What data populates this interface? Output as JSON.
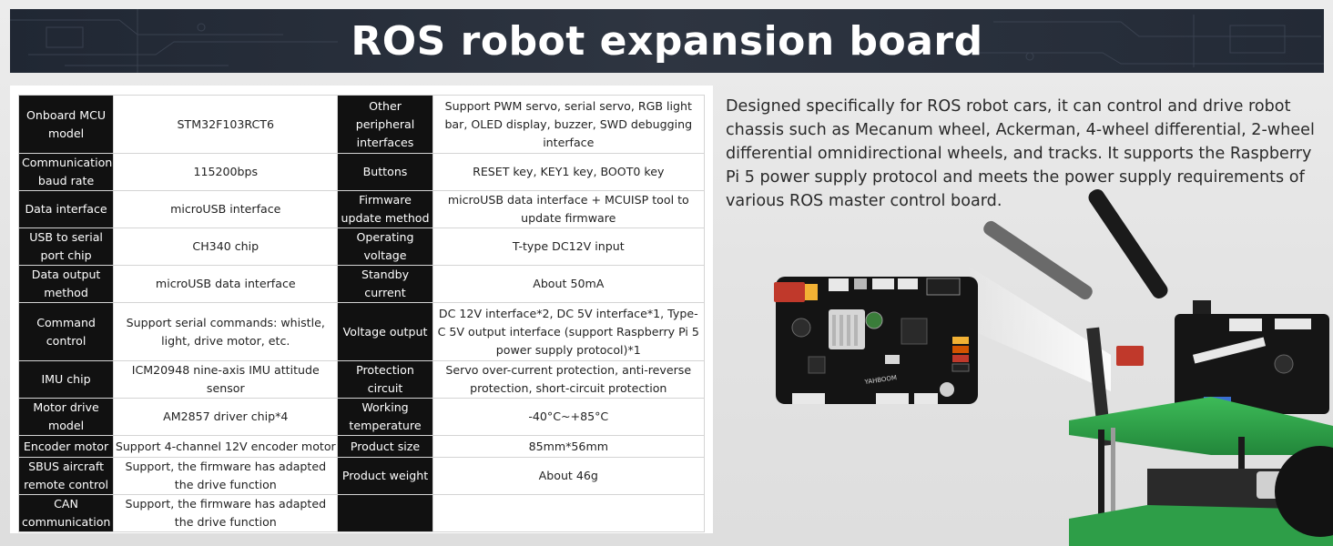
{
  "header": {
    "title": "ROS robot expansion board"
  },
  "specs": {
    "rows": [
      {
        "k1": "Onboard MCU model",
        "v1": "STM32F103RCT6",
        "k2": "Other peripheral interfaces",
        "v2": "Support PWM servo, serial servo, RGB light bar, OLED display, buzzer, SWD debugging interface"
      },
      {
        "k1": "Communication baud rate",
        "v1": "115200bps",
        "k2": "Buttons",
        "v2": "RESET key, KEY1 key, BOOT0 key"
      },
      {
        "k1": "Data interface",
        "v1": "microUSB interface",
        "k2": "Firmware update method",
        "v2": "microUSB data interface + MCUISP tool to update firmware"
      },
      {
        "k1": "USB to serial port chip",
        "v1": "CH340 chip",
        "k2": "Operating voltage",
        "v2": "T-type DC12V input"
      },
      {
        "k1": "Data output method",
        "v1": "microUSB data interface",
        "k2": "Standby current",
        "v2": "About 50mA"
      },
      {
        "k1": "Command control",
        "v1": "Support serial commands: whistle, light, drive motor, etc.",
        "k2": "Voltage output",
        "v2": "DC 12V interface*2, DC 5V interface*1, Type-C 5V output interface (support Raspberry Pi 5 power supply protocol)*1"
      },
      {
        "k1": "IMU chip",
        "v1": "ICM20948 nine-axis IMU attitude sensor",
        "k2": "Protection circuit",
        "v2": "Servo over-current protection, anti-reverse protection, short-circuit protection"
      },
      {
        "k1": "Motor drive model",
        "v1": "AM2857 driver chip*4",
        "k2": "Working temperature",
        "v2": "-40°C~+85°C"
      },
      {
        "k1": "Encoder motor",
        "v1": "Support 4-channel 12V encoder motor",
        "k2": "Product size",
        "v2": "85mm*56mm"
      },
      {
        "k1": "SBUS aircraft remote control",
        "v1": "Support, the firmware has adapted the drive function",
        "k2": "Product weight",
        "v2": "About 46g"
      },
      {
        "k1": "CAN communication",
        "v1": "Support, the firmware has adapted the drive function",
        "k2": "",
        "v2": ""
      }
    ]
  },
  "description": {
    "text": "Designed specifically for ROS robot cars, it can control and drive robot chassis such as Mecanum wheel, Ackerman, 4-wheel differential, 2-wheel differential omnidirectional wheels, and tracks. It supports the Raspberry Pi 5 power supply protocol and meets the power supply requirements of various ROS master control board."
  },
  "board": {
    "brand_text": "YAHBOOM"
  },
  "colors": {
    "banner": "#2a313d",
    "table_key_bg": "#111111",
    "pcb_black": "#141414",
    "pcb_green": "#2fa14a",
    "antenna": "#1a1a1a"
  }
}
